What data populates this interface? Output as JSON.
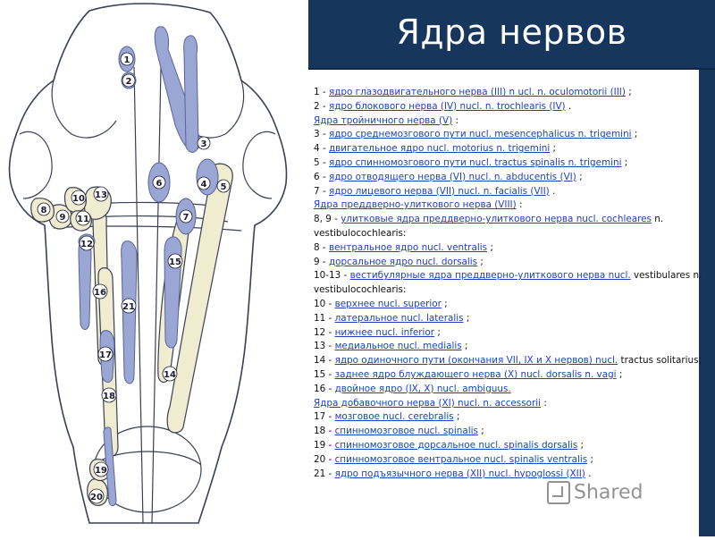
{
  "slide": {
    "title": "Ядра нервов",
    "watermark": "Shared",
    "colors": {
      "title_bar": "#17365d",
      "nucleus_blue": "#9aa6d4",
      "nucleus_cream": "#efeccf",
      "link": "#1f3fbf"
    }
  },
  "figure": {
    "labels": [
      "1",
      "2",
      "3",
      "4",
      "5",
      "6",
      "7",
      "8",
      "9",
      "10",
      "11",
      "12",
      "13",
      "14",
      "15",
      "16",
      "17",
      "18",
      "19",
      "20",
      "21"
    ]
  },
  "legend": [
    {
      "pre": "1 - ",
      "link": "ядро глазодвигательного нерва (III) n ucl. n. oculomotorii (III)",
      "post": " ;"
    },
    {
      "pre": "2 - ",
      "link": "ядро блокового нерва (IV) nucl. n. trochlearis (IV)",
      "post": " ."
    },
    {
      "pre": "",
      "link": "Ядра тройничного нерва (V)",
      "post": " :"
    },
    {
      "pre": "3 - ",
      "link": "ядро среднемозгового пути nucl. mesencephalicus n. trigemini",
      "post": " ;"
    },
    {
      "pre": "4 - ",
      "link": "двигательное ядро nucl. motorius n. trigemini",
      "post": " ;"
    },
    {
      "pre": "5 - ",
      "link": "ядро спинномозгового пути nucl. tractus spinalis n. trigemini",
      "post": " ;"
    },
    {
      "pre": "6 - ",
      "link": "ядро отводящего нерва (VI) nucl. n. abducentis (VI)",
      "post": " ;"
    },
    {
      "pre": "7 - ",
      "link": "ядро лицевого нерва (VII) nucl. n. facialis (VII)",
      "post": " ."
    },
    {
      "pre": "",
      "link": "Ядра преддверно-улиткового нерва (VIII)",
      "post": " :"
    },
    {
      "pre": "8, 9 - ",
      "link": "улитковые ядра преддверно-улиткового нерва nucl. cochleares",
      "post": " n. vestibulocochlearis:"
    },
    {
      "pre": "8 - ",
      "link": "вентральное ядро nucl. ventralis",
      "post": " ;"
    },
    {
      "pre": "9 - ",
      "link": "дорсальное ядро nucl. dorsalis",
      "post": " ;"
    },
    {
      "pre": "10-13 - ",
      "link": "вестибулярные ядра преддверно-улиткового нерва nucl.",
      "post": " vestibulares n. vestibulocochlearis:"
    },
    {
      "pre": "10 - ",
      "link": "верхнее nucl. superior",
      "post": " ;"
    },
    {
      "pre": "11 - ",
      "link": "латеральное nucl. lateralis",
      "post": " ;"
    },
    {
      "pre": "12 - ",
      "link": "нижнее nucl. inferior",
      "post": " ;"
    },
    {
      "pre": "13 - ",
      "link": "медиальное nucl. medialis",
      "post": " ;"
    },
    {
      "pre": "14 - ",
      "link": "ядро одиночного пути (окончания VII, IX и X нервов) nucl.",
      "post": " tractus solitarius;"
    },
    {
      "pre": "15 - ",
      "link": "заднее ядро блуждающего нерва (X) nucl. dorsalis n. vagi",
      "post": " ;"
    },
    {
      "pre": "16 - ",
      "link": "двойное ядро (IX, X) nucl. ambiguus.",
      "post": ""
    },
    {
      "pre": "",
      "link": "Ядра добавочного нерва (XI) nucl. n. accessorii",
      "post": " :"
    },
    {
      "pre": "17 - ",
      "link": "мозговое nucl. cerebralis",
      "post": " ;"
    },
    {
      "pre": "18 - ",
      "link": "спинномозговое nucl. spinalis",
      "post": " ;"
    },
    {
      "pre": "19 - ",
      "link": "спинномозговое дорсальное nucl. spinalis dorsalis",
      "post": " ;"
    },
    {
      "pre": "20 - ",
      "link": "спинномозговое вентральное nucl. spinalis ventralis",
      "post": " ;"
    },
    {
      "pre": "21 - ",
      "link": "ядро подъязычного нерва (XII) nucl. hypoglossi (XII)",
      "post": " ."
    }
  ]
}
